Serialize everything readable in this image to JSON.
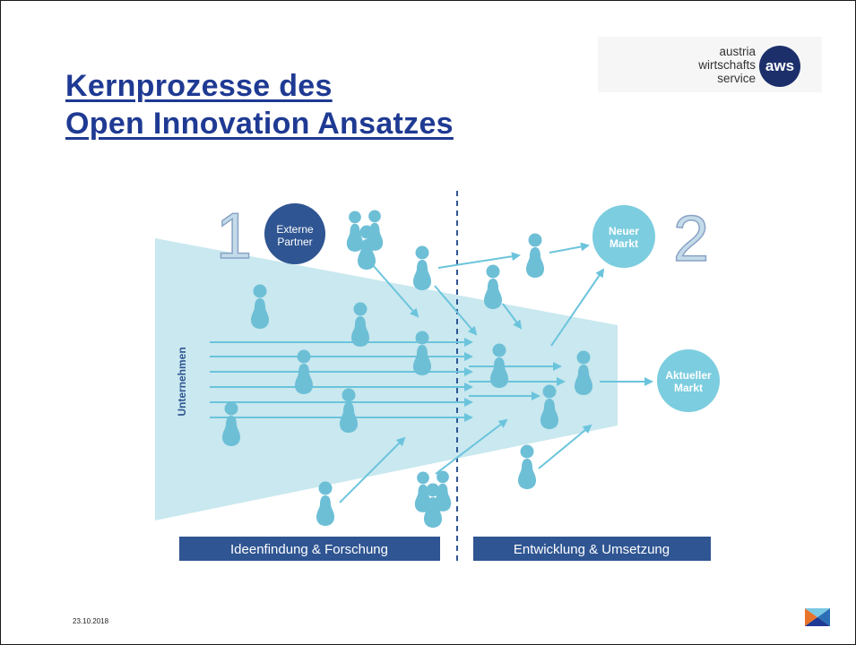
{
  "slide": {
    "title_line1": "Kernprozesse des",
    "title_line2": "Open Innovation Ansatzes",
    "date": "23.10.2018"
  },
  "logo": {
    "line1": "austria",
    "line2": "wirtschafts",
    "line3": "service",
    "badge": "aws"
  },
  "diagram": {
    "step1_number": "1",
    "step2_number": "2",
    "external_partner_line1": "Externe",
    "external_partner_line2": "Partner",
    "new_market_line1": "Neuer",
    "new_market_line2": "Markt",
    "current_market_line1": "Aktueller",
    "current_market_line2": "Markt",
    "company_label": "Unternehmen",
    "phase1_label": "Ideenfindung & Forschung",
    "phase2_label": "Entwicklung & Umsetzung"
  },
  "colors": {
    "title_blue": "#1f3a93",
    "funnel": "#c9e8ef",
    "figure": "#6dbfd6",
    "arrow": "#6bc4dc",
    "market_circle": "#7ccddf",
    "partner_circle": "#2f5592",
    "phase_band": "#2f5592",
    "step_number": "#c4dbe9"
  }
}
